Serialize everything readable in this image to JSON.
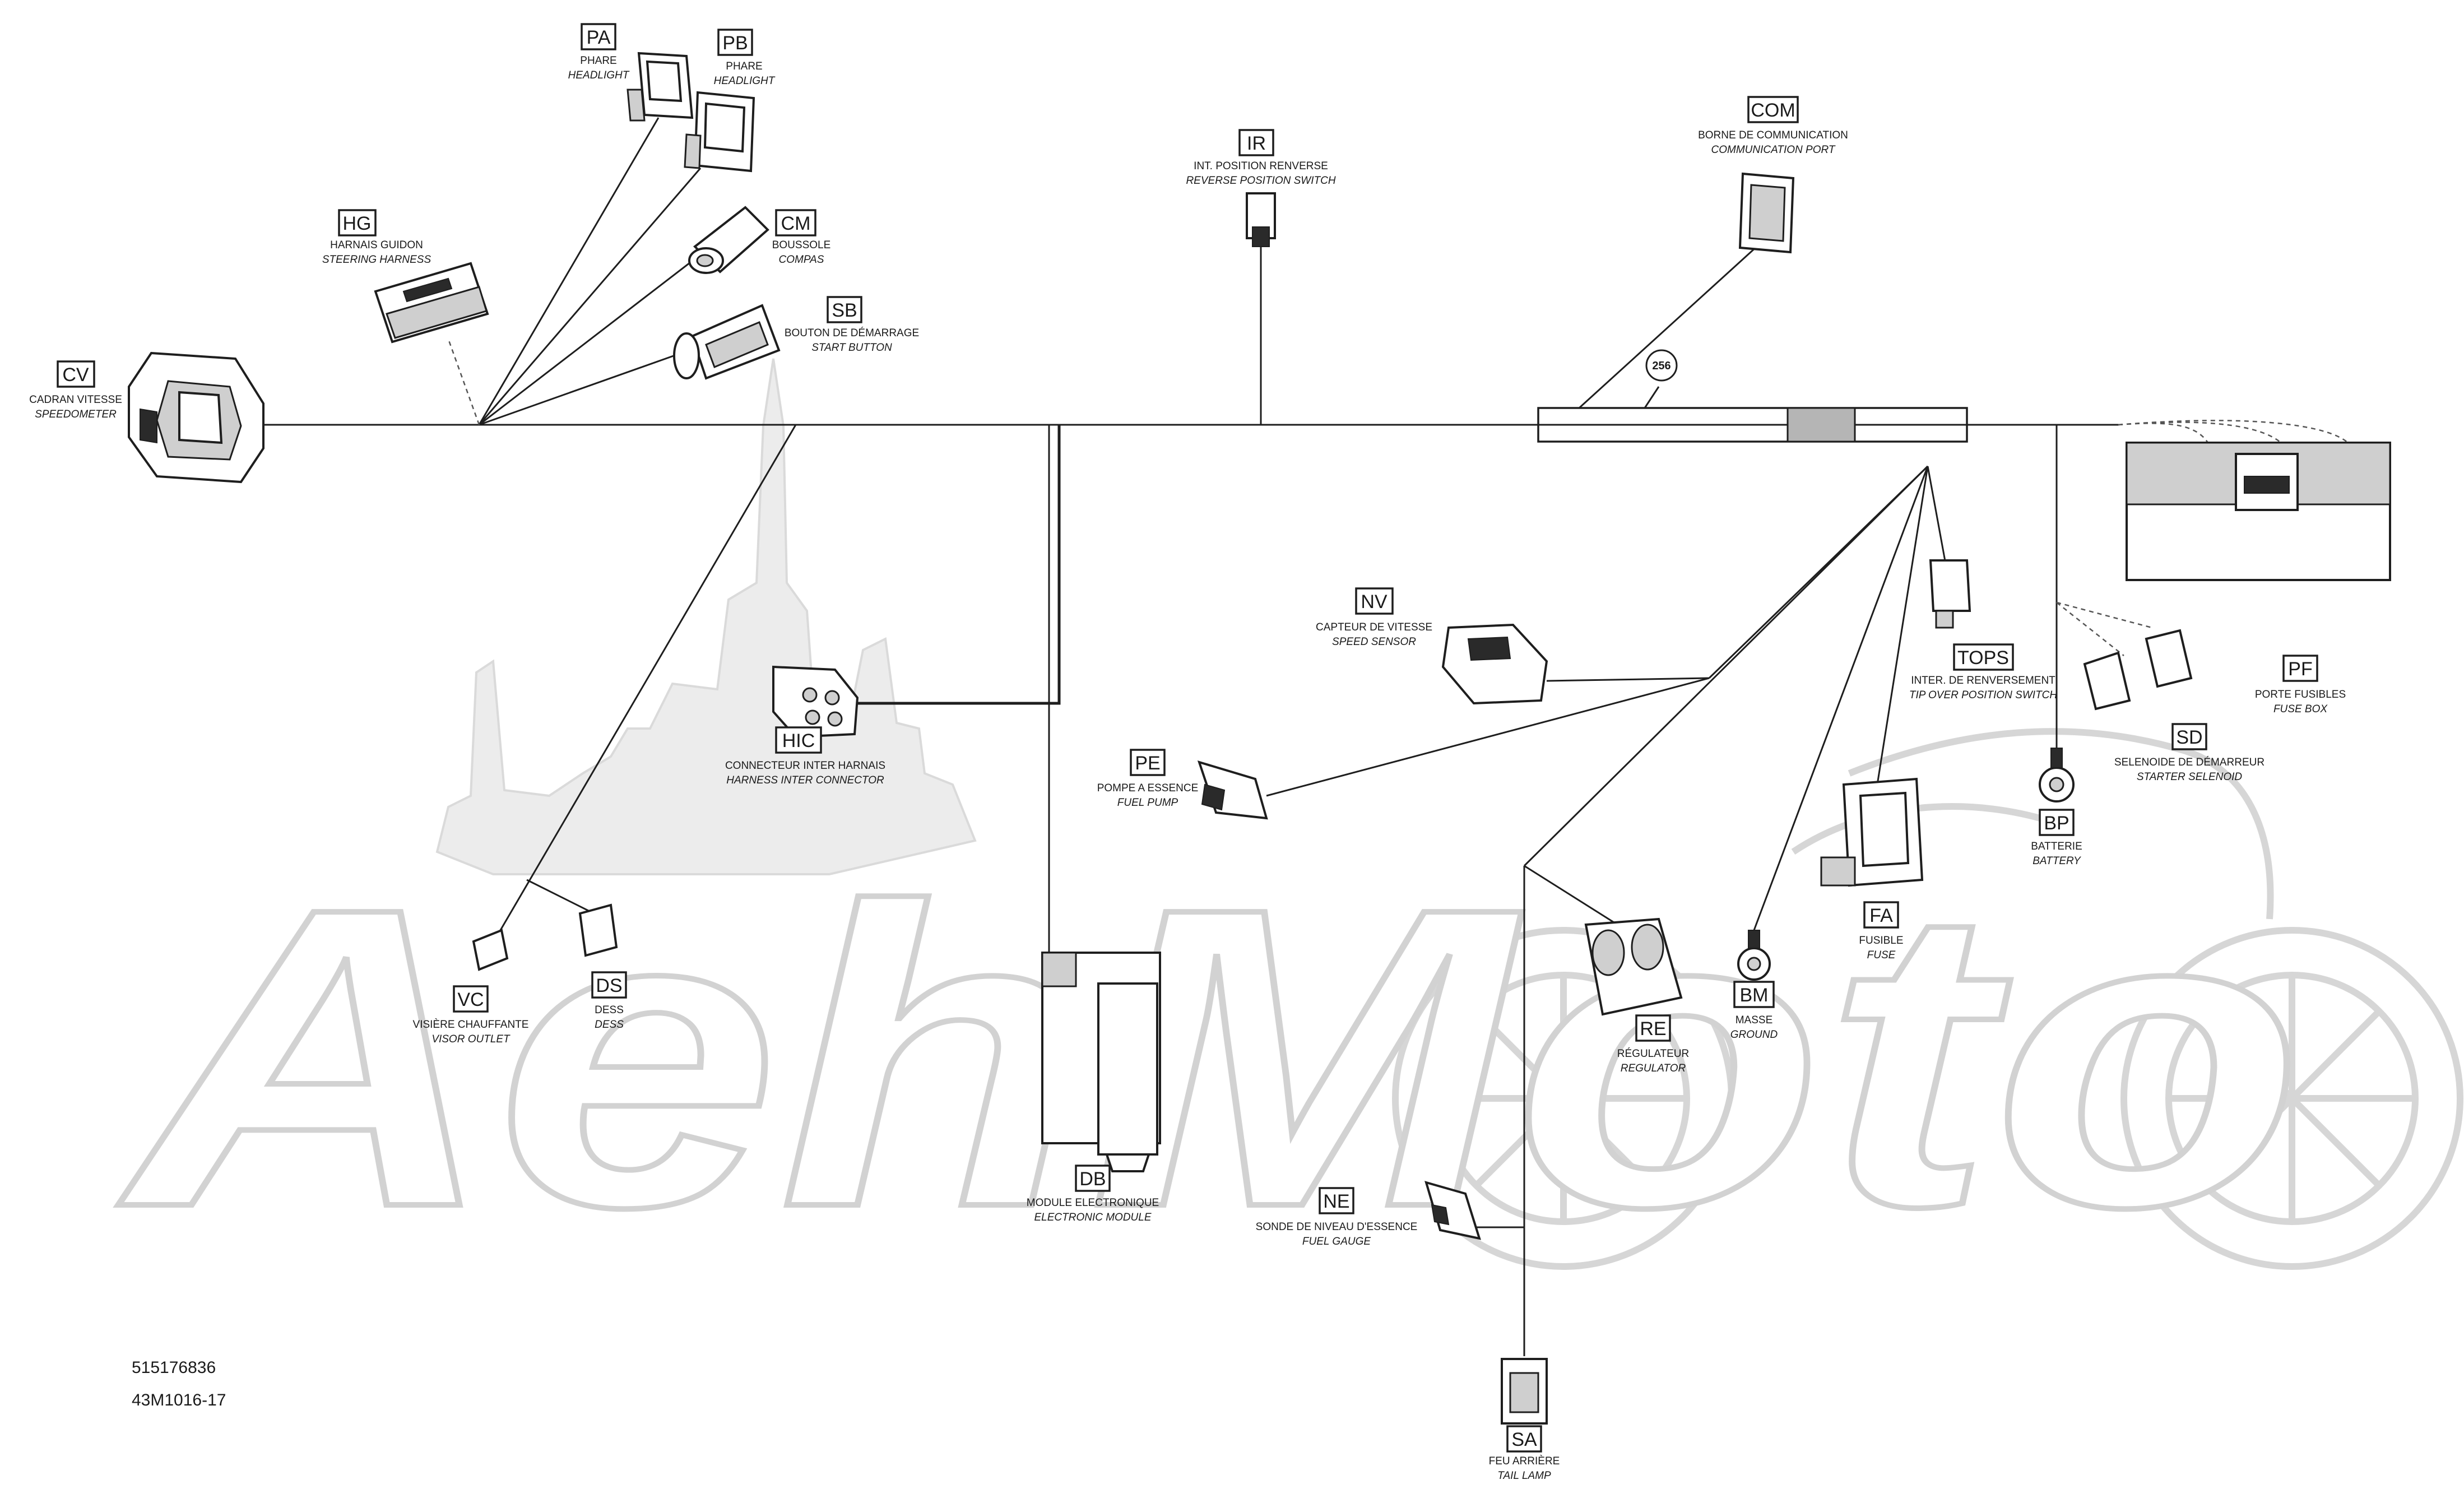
{
  "watermark": {
    "text": "AehMoto"
  },
  "doc_refs": {
    "part_number": "515176836",
    "drawing_number": "43M1016-17"
  },
  "badge": {
    "text": "256"
  },
  "components": {
    "PA": {
      "code": "PA",
      "fr": "PHARE",
      "en": "HEADLIGHT"
    },
    "PB": {
      "code": "PB",
      "fr": "PHARE",
      "en": "HEADLIGHT"
    },
    "HG": {
      "code": "HG",
      "fr": "HARNAIS GUIDON",
      "en": "STEERING HARNESS"
    },
    "CM": {
      "code": "CM",
      "fr": "BOUSSOLE",
      "en": "COMPAS"
    },
    "SB": {
      "code": "SB",
      "fr": "BOUTON DE DÉMARRAGE",
      "en": "START BUTTON"
    },
    "CV": {
      "code": "CV",
      "fr": "CADRAN VITESSE",
      "en": "SPEEDOMETER"
    },
    "IR": {
      "code": "IR",
      "fr": "INT. POSITION RENVERSE",
      "en": "REVERSE POSITION SWITCH"
    },
    "COM": {
      "code": "COM",
      "fr": "BORNE DE COMMUNICATION",
      "en": "COMMUNICATION PORT"
    },
    "NV": {
      "code": "NV",
      "fr": "CAPTEUR DE VITESSE",
      "en": "SPEED SENSOR"
    },
    "TOPS": {
      "code": "TOPS",
      "fr": "INTER. DE RENVERSEMENT",
      "en": "TIP OVER POSITION SWITCH"
    },
    "PF": {
      "code": "PF",
      "fr": "PORTE FUSIBLES",
      "en": "FUSE BOX"
    },
    "HIC": {
      "code": "HIC",
      "fr": "CONNECTEUR INTER HARNAIS",
      "en": "HARNESS INTER CONNECTOR"
    },
    "PE": {
      "code": "PE",
      "fr": "POMPE A ESSENCE",
      "en": "FUEL PUMP"
    },
    "SD": {
      "code": "SD",
      "fr": "SELENOIDE DE DÉMARREUR",
      "en": "STARTER SELENOID"
    },
    "BP": {
      "code": "BP",
      "fr": "BATTERIE",
      "en": "BATTERY"
    },
    "FA": {
      "code": "FA",
      "fr": "FUSIBLE",
      "en": "FUSE"
    },
    "VC": {
      "code": "VC",
      "fr": "VISIÈRE CHAUFFANTE",
      "en": "VISOR OUTLET"
    },
    "DS": {
      "code": "DS",
      "fr": "DESS",
      "en": "DESS"
    },
    "BM": {
      "code": "BM",
      "fr": "MASSE",
      "en": "GROUND"
    },
    "RE": {
      "code": "RE",
      "fr": "RÉGULATEUR",
      "en": "REGULATOR"
    },
    "DB": {
      "code": "DB",
      "fr": "MODULE ELECTRONIQUE",
      "en": "ELECTRONIC MODULE"
    },
    "NE": {
      "code": "NE",
      "fr": "SONDE DE NIVEAU D'ESSENCE",
      "en": "FUEL GAUGE"
    },
    "SA": {
      "code": "SA",
      "fr": "FEU ARRIÈRE",
      "en": "TAIL LAMP"
    }
  }
}
